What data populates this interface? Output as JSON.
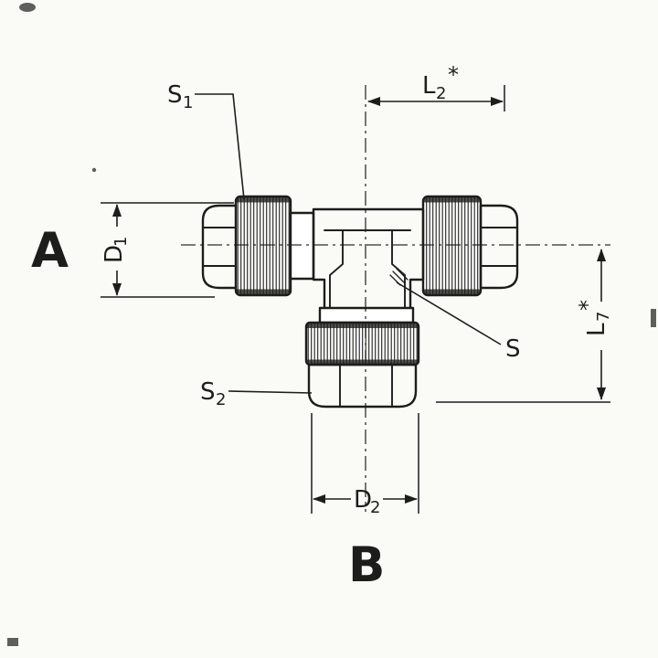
{
  "colors": {
    "background": "#fafaf7",
    "ink": "#1d1d1b"
  },
  "labels": {
    "view_a": "A",
    "view_b": "B",
    "s1": {
      "main": "S",
      "sub": "1"
    },
    "s2": {
      "main": "S",
      "sub": "2"
    },
    "s": {
      "main": "S"
    },
    "d1": {
      "main": "D",
      "sub": "1"
    },
    "d2": {
      "main": "D",
      "sub": "2"
    },
    "l2": {
      "main": "L",
      "sub": "2",
      "star": "*"
    },
    "l7": {
      "main": "L",
      "sub": "7",
      "star": "*"
    }
  }
}
